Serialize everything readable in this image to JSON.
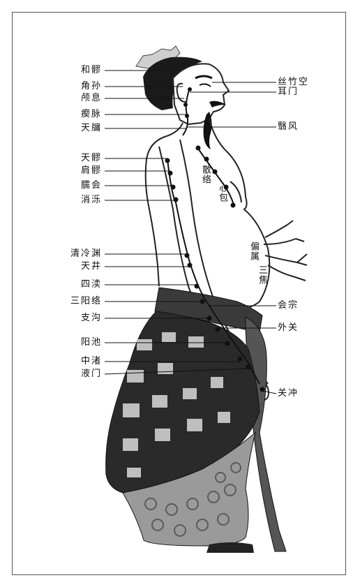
{
  "labels_left": [
    "和髎",
    "角孙",
    "颅息",
    "瘈脉",
    "天牖",
    "天髎",
    "肩髎",
    "臑会",
    "消泺",
    "清冷渊",
    "天井",
    "四渎",
    "三阳络",
    "支沟",
    "阳池",
    "中渚",
    "液门"
  ],
  "labels_right": [
    "丝竹空",
    "耳门",
    "翳风",
    "会宗",
    "外关",
    "关冲"
  ],
  "body_labels": {
    "sanluo": "散络",
    "xinbao": "心包",
    "pianshu": "偏属",
    "sanjiao": "三焦"
  }
}
